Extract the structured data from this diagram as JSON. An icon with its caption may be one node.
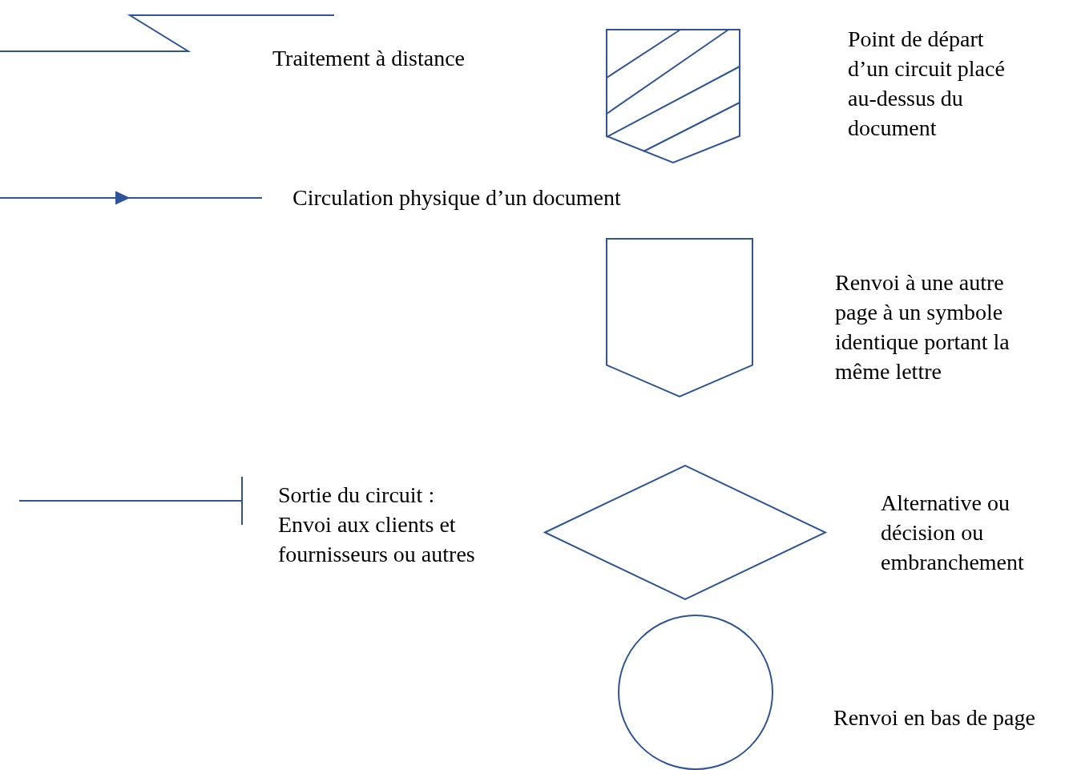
{
  "diagram": {
    "nodes": [
      {
        "text": [],
        "shape": "shield"
      },
      {
        "text": [],
        "shape": "pentagon"
      },
      {
        "text": [],
        "shape": "diamond"
      },
      {
        "text": [],
        "shape": "circle"
      }
    ],
    "labels": [
      "Traitement à distance",
      "Point de départ d’un circuit placé au-dessus du document",
      "Circulation physique d’un document",
      "Renvoi à une autre page à un symbole identique portant la même lettre",
      "Sortie du circuit : Envoi aux clients et fournisseurs ou autres",
      "Alternative ou décision ou embranchement",
      "Renvoi en bas de page"
    ]
  }
}
